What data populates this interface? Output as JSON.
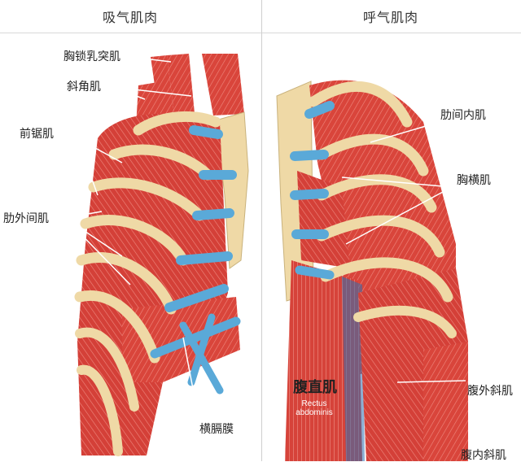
{
  "headers": {
    "left": "吸气肌肉",
    "right": "呼气肌肉"
  },
  "labels": {
    "scm": "胸锁乳突肌",
    "scalene": "斜角肌",
    "serratus": "前锯肌",
    "ext_intercostal": "肋外间肌",
    "diaphragm": "横膈膜",
    "int_intercostal": "肋间内肌",
    "transversus_thoracis": "胸横肌",
    "rectus_cn": "腹直肌",
    "rectus_latin": "Rectus abdominis",
    "ext_oblique": "腹外斜肌",
    "int_oblique": "腹内斜肌"
  },
  "colors": {
    "muscle": "#d9453b",
    "muscle_dark": "#b5302a",
    "bone": "#efd9a6",
    "cartilage": "#5aa9d8",
    "line": "#ffffff"
  }
}
